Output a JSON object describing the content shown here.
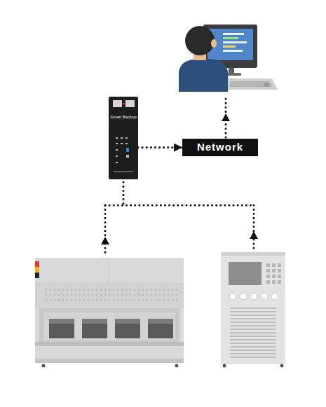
{
  "diagram": {
    "nodes": [
      {
        "text": [
          "Smart Backup"
        ]
      },
      {
        "text": [
          "Network"
        ]
      }
    ],
    "edges": [
      {
        "from": 0,
        "to": 1,
        "arrow": "to"
      }
    ]
  }
}
